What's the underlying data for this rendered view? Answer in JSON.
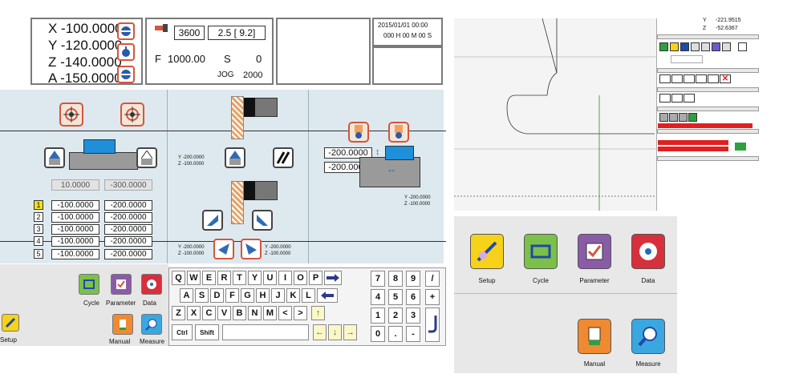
{
  "coords": {
    "x": "X -100.0000",
    "y": "Y -120.0000",
    "z": "Z -140.0000",
    "a": "A -150.0000"
  },
  "spindle": {
    "tool_no": "3600",
    "ratio": "2.5 [ 9.2]",
    "f_label": "F",
    "f_value": "1000.00",
    "s_label": "S",
    "s_value": "0",
    "mode": "JOG",
    "jog_value": "2000"
  },
  "datetime": {
    "date": "2015/01/01 00:00",
    "counter": "000 H 00 M 00 S"
  },
  "setup": {
    "left_values": [
      "10.0000",
      "-300.0000"
    ],
    "table_rows": [
      {
        "no": "1",
        "a": "-100.0000",
        "b": "-200.0000"
      },
      {
        "no": "2",
        "a": "-100.0000",
        "b": "-200.0000"
      },
      {
        "no": "3",
        "a": "-100.0000",
        "b": "-200.0000"
      },
      {
        "no": "4",
        "a": "-100.0000",
        "b": "-200.0000"
      },
      {
        "no": "5",
        "a": "-100.0000",
        "b": "-200.0000"
      }
    ],
    "mid_y": "Y -200.0000",
    "mid_z": "Z -100.0000",
    "bl_y": "Y -200.0000",
    "bl_z": "Z -100.0000",
    "br_y": "Y -200.0000",
    "br_z": "Z -100.0000",
    "right_val1": "-200.0000",
    "right_val2": "-200.0000",
    "right_y": "Y -200.0000",
    "right_z": "Z -100.0000"
  },
  "buttons": {
    "cycle": "Cycle",
    "parameter": "Parameter",
    "data": "Data",
    "setup": "Setup",
    "manual": "Manual",
    "measure": "Measure"
  },
  "keyboard": {
    "row1": [
      "Q",
      "W",
      "E",
      "R",
      "T",
      "Y",
      "U",
      "I",
      "O",
      "P"
    ],
    "row2": [
      "A",
      "S",
      "D",
      "F",
      "G",
      "H",
      "J",
      "K",
      "L"
    ],
    "row3": [
      "Z",
      "X",
      "C",
      "V",
      "B",
      "N",
      "M",
      "<",
      ">",
      "↑"
    ],
    "ctrl": "Ctrl",
    "shift": "Shift",
    "num_row1": [
      "7",
      "8",
      "9",
      "/"
    ],
    "num_row2": [
      "4",
      "5",
      "6",
      "+"
    ],
    "num_row3": [
      "1",
      "2",
      "3"
    ],
    "num_row4": [
      "0",
      ".",
      "-"
    ],
    "arrows": [
      "←",
      "↓",
      "→"
    ]
  },
  "viewer": {
    "y_label": "Y",
    "y_value": "-221.9515",
    "z_label": "Z",
    "z_value": "-52.6367"
  },
  "panel3": {
    "setup": "Setup",
    "cycle": "Cycle",
    "parameter": "Parameter",
    "data": "Data",
    "manual": "Manual",
    "measure": "Measure"
  },
  "colors": {
    "accent_red": "#d6553c",
    "setup_bg": "#dde9ee",
    "key_yellow": "#fbf7c7",
    "progress_red": "#e02020"
  }
}
